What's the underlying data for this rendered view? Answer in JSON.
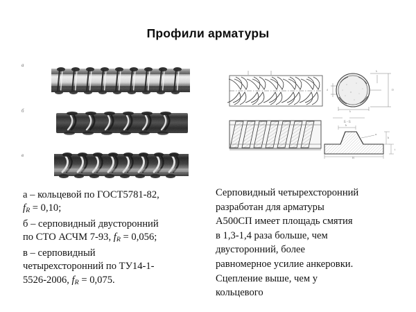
{
  "slide": {
    "title": "Профили арматуры",
    "background_color": "#ffffff",
    "text_color": "#111111"
  },
  "photos": {
    "label_a": "а",
    "label_b": "б",
    "label_v": "в",
    "items": [
      {
        "key": "a",
        "name": "ring-profile-rebar-photo",
        "tone": "light"
      },
      {
        "key": "b",
        "name": "crescent-two-sided-rebar-photo",
        "tone": "dark"
      },
      {
        "key": "v",
        "name": "crescent-four-sided-rebar-photo",
        "tone": "medium"
      }
    ]
  },
  "drawings": {
    "top": {
      "name": "rebar-side-view-and-round-cross-section-drawing"
    },
    "bottom": {
      "name": "rebar-hatched-view-and-rib-profile-drawing"
    }
  },
  "caption_left": {
    "lines": [
      {
        "text": "а – кольцевой по ГОСТ5781-82,"
      },
      {
        "prefix": "",
        "formula": "f",
        "sub": "R",
        "suffix": " = 0,10;"
      },
      {
        "text": "б – серповидный двусторонний"
      },
      {
        "prefix": "по СТО АСЧМ 7-93, ",
        "formula": "f",
        "sub": "R",
        "suffix": " = 0,056;"
      },
      {
        "text": "в – серповидный"
      },
      {
        "text": "четырехсторонний по ТУ14-1-"
      },
      {
        "prefix": "5526-2006, ",
        "formula": "f",
        "sub": "R",
        "suffix": " = 0,075."
      }
    ]
  },
  "caption_right": {
    "lines": [
      "Серповидный четырехсторонний",
      "разработан для арматуры",
      "А500СП  имеет площадь смятия",
      "в 1,3-1,4 раза больше, чем",
      "двусторонний, более",
      "равномерное усилие анкеровки.",
      "Сцепление выше, чем у",
      "кольцевого"
    ]
  }
}
